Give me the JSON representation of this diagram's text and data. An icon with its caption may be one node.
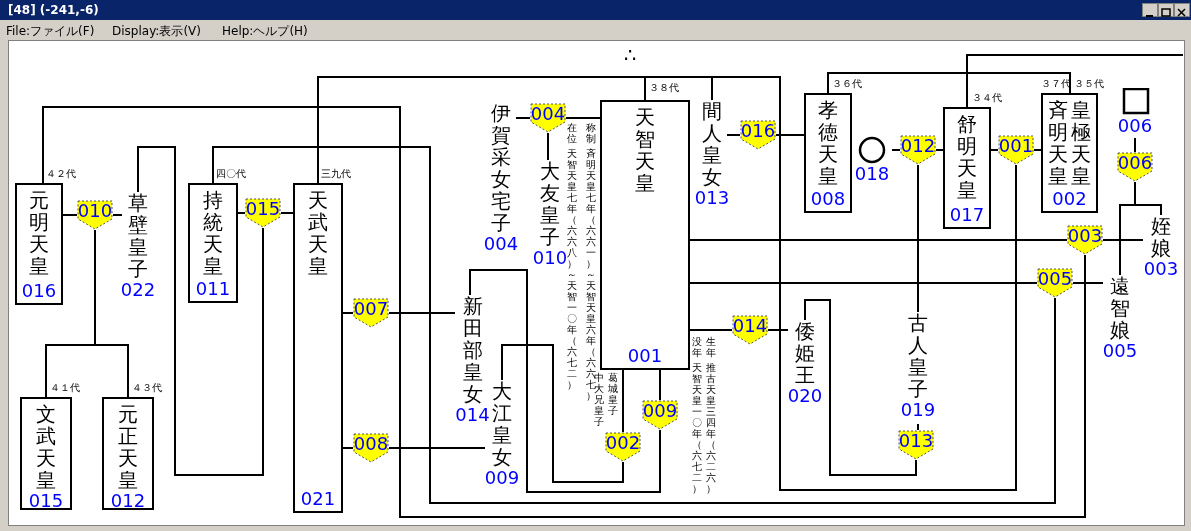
{
  "diagram": {
    "nodes": [
      {
        "text": [
          "元明天皇",
          "016"
        ],
        "beside": [
          "４２代"
        ]
      },
      {
        "text": [
          "草壁皇子",
          "022"
        ]
      },
      {
        "text": [
          "010"
        ]
      },
      {
        "text": [
          "持統天皇",
          "011"
        ],
        "beside": [
          "四〇代"
        ]
      },
      {
        "text": [
          "015"
        ]
      },
      {
        "text": [
          "天武天皇",
          "021"
        ],
        "beside": [
          "三九代"
        ]
      },
      {
        "text": [
          "文武天皇",
          "015"
        ],
        "beside": [
          "４１代"
        ]
      },
      {
        "text": [
          "元正天皇",
          "012"
        ],
        "beside": [
          "４３代"
        ]
      },
      {
        "text": [
          "007"
        ]
      },
      {
        "text": [
          "008"
        ]
      },
      {
        "text": [
          "新田部皇女",
          "014"
        ]
      },
      {
        "text": [
          "大江皇女",
          "009"
        ]
      },
      {
        "text": [
          "伊賀采女宅子",
          "004"
        ]
      },
      {
        "text": [
          "004"
        ]
      },
      {
        "text": [
          "大友皇子",
          "010"
        ]
      },
      {
        "text": [
          "天智天皇",
          "001"
        ],
        "beside": [
          "３８代",
          "称制",
          "斉明天皇七年（六六一）～天智天皇六年（六六七）",
          "在位",
          "天智天皇七年（六六八）～天智一〇年（六七二）",
          "葛城皇子",
          "中大兄皇子",
          "生年",
          "推古天皇三四年（六二六）",
          "没年",
          "天智天皇一〇年（六七二）"
        ]
      },
      {
        "text": [
          "002"
        ]
      },
      {
        "text": [
          "009"
        ]
      },
      {
        "text": [
          "間人皇女",
          "013"
        ]
      },
      {
        "text": [
          "016"
        ]
      },
      {
        "text": [
          "014"
        ]
      },
      {
        "text": [
          "孝徳天皇",
          "008"
        ],
        "beside": [
          "３６代"
        ]
      },
      {
        "text": [
          "018"
        ]
      },
      {
        "text": [
          "012"
        ]
      },
      {
        "text": [
          "舒明天皇",
          "017"
        ],
        "beside": [
          "３４代"
        ]
      },
      {
        "text": [
          "001"
        ]
      },
      {
        "text": [
          "斉明天皇",
          "皇極天皇",
          "002"
        ],
        "beside": [
          "３７代",
          "３５代"
        ]
      },
      {
        "text": [
          "006"
        ]
      },
      {
        "text": [
          "006"
        ]
      },
      {
        "text": [
          "倭姫王",
          "020"
        ]
      },
      {
        "text": [
          "古人皇子",
          "019"
        ]
      },
      {
        "text": [
          "013"
        ]
      },
      {
        "text": [
          "姪娘",
          "003"
        ]
      },
      {
        "text": [
          "003"
        ]
      },
      {
        "text": [
          "005"
        ]
      },
      {
        "text": [
          "遠智娘",
          "005"
        ]
      }
    ],
    "edges": [
      {
        "from": 0,
        "to": 2,
        "arrow": "none"
      },
      {
        "from": 2,
        "to": 1,
        "arrow": "none"
      },
      {
        "from": 2,
        "to": 6,
        "arrow": "none"
      },
      {
        "from": 2,
        "to": 7,
        "arrow": "none"
      },
      {
        "from": 3,
        "to": 4,
        "arrow": "none"
      },
      {
        "from": 4,
        "to": 5,
        "arrow": "none"
      },
      {
        "from": 4,
        "to": 1,
        "arrow": "none"
      },
      {
        "from": 5,
        "to": 8,
        "arrow": "none"
      },
      {
        "from": 8,
        "to": 10,
        "arrow": "none"
      },
      {
        "from": 5,
        "to": 9,
        "arrow": "none"
      },
      {
        "from": 9,
        "to": 11,
        "arrow": "none"
      },
      {
        "from": 12,
        "to": 13,
        "arrow": "none"
      },
      {
        "from": 13,
        "to": 15,
        "arrow": "none"
      },
      {
        "from": 13,
        "to": 14,
        "arrow": "none"
      },
      {
        "from": 15,
        "to": 16,
        "arrow": "none"
      },
      {
        "from": 16,
        "to": 11,
        "arrow": "none"
      },
      {
        "from": 15,
        "to": 17,
        "arrow": "none"
      },
      {
        "from": 17,
        "to": 10,
        "arrow": "none"
      },
      {
        "from": 18,
        "to": 19,
        "arrow": "none"
      },
      {
        "from": 19,
        "to": 21,
        "arrow": "none"
      },
      {
        "from": 22,
        "to": 23,
        "arrow": "none"
      },
      {
        "from": 23,
        "to": 24,
        "arrow": "none"
      },
      {
        "from": 23,
        "to": 30,
        "arrow": "none"
      },
      {
        "from": 24,
        "to": 25,
        "arrow": "none"
      },
      {
        "from": 25,
        "to": 26,
        "arrow": "none"
      },
      {
        "from": 25,
        "to": 15,
        "arrow": "none"
      },
      {
        "from": 25,
        "to": 18,
        "arrow": "none"
      },
      {
        "from": 25,
        "to": 5,
        "arrow": "none"
      },
      {
        "from": 27,
        "to": 28,
        "arrow": "none"
      },
      {
        "from": 28,
        "to": 35,
        "arrow": "none"
      },
      {
        "from": 28,
        "to": 32,
        "arrow": "none"
      },
      {
        "from": 15,
        "to": 33,
        "arrow": "none"
      },
      {
        "from": 33,
        "to": 32,
        "arrow": "none"
      },
      {
        "from": 33,
        "to": 0,
        "arrow": "none"
      },
      {
        "from": 15,
        "to": 34,
        "arrow": "none"
      },
      {
        "from": 34,
        "to": 35,
        "arrow": "none"
      },
      {
        "from": 34,
        "to": 3,
        "arrow": "none"
      },
      {
        "from": 15,
        "to": 20,
        "arrow": "none"
      },
      {
        "from": 20,
        "to": 29,
        "arrow": "none"
      },
      {
        "from": 30,
        "to": 31,
        "arrow": "none"
      },
      {
        "from": 31,
        "to": 29,
        "arrow": "none"
      },
      {
        "from": 21,
        "to": 26,
        "arrow": "none"
      },
      {
        "from": null,
        "to": 24,
        "arrow": "none"
      }
    ],
    "labels": [
      "[48] (-241,-6)",
      "File:ファイル(F)",
      "Display:表示(V)",
      "Help:ヘルプ(H)",
      "∴"
    ]
  }
}
